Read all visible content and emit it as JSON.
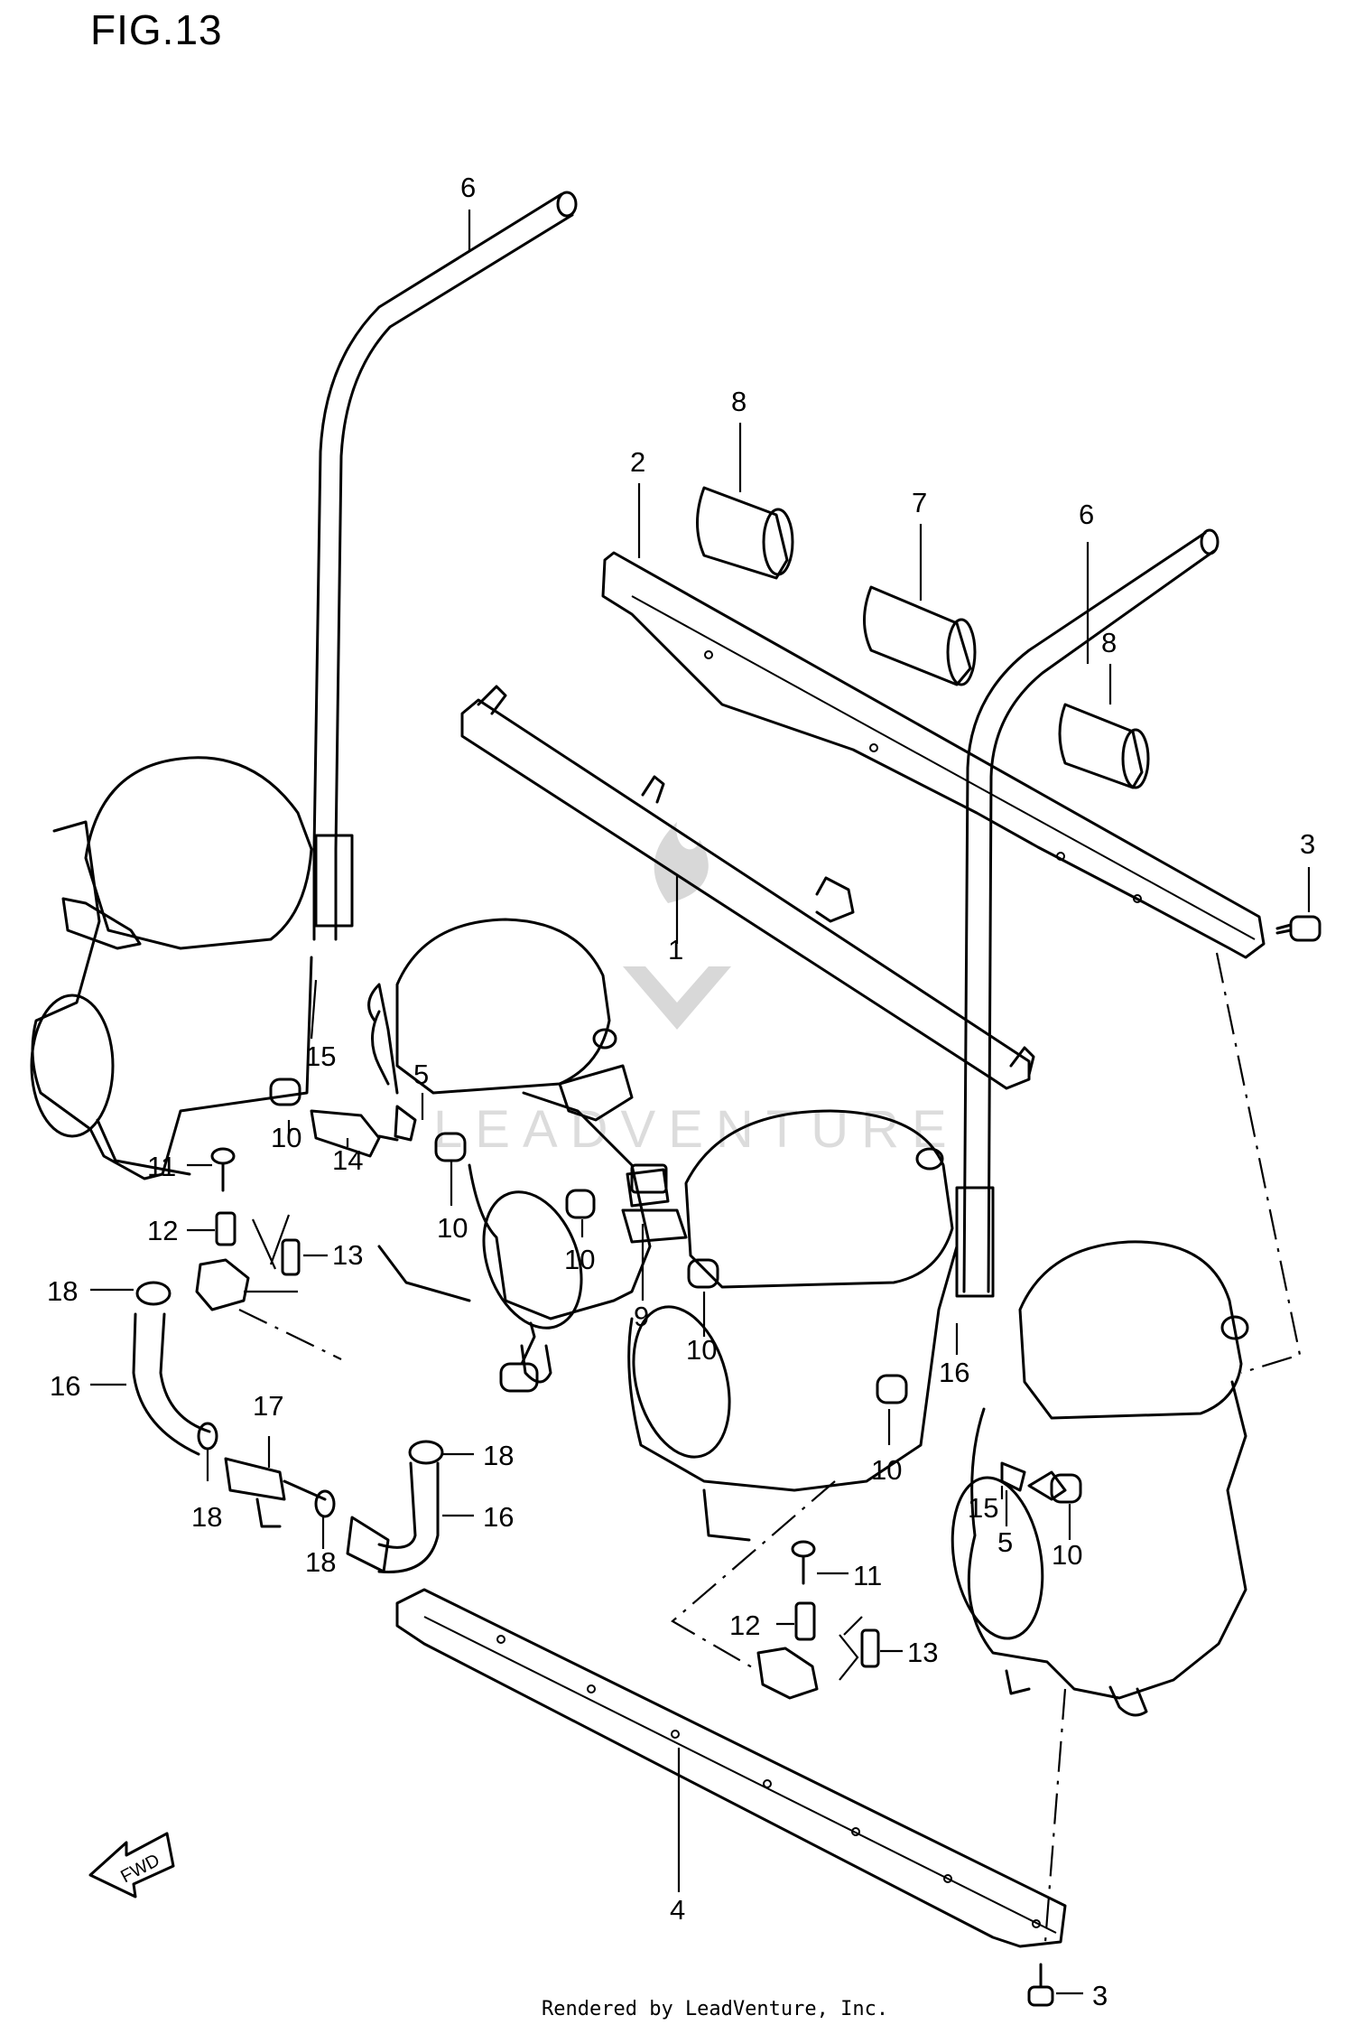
{
  "figure": {
    "title": "FIG.13"
  },
  "footer": {
    "text": "Rendered by LeadVenture, Inc."
  },
  "watermark": {
    "text": "LEADVENTURE",
    "color": "#d9d9d9"
  },
  "fwd_label": "FWD",
  "callouts": [
    {
      "id": "c6a",
      "text": "6"
    },
    {
      "id": "c8a",
      "text": "8"
    },
    {
      "id": "c2",
      "text": "2"
    },
    {
      "id": "c7",
      "text": "7"
    },
    {
      "id": "c6b",
      "text": "6"
    },
    {
      "id": "c8b",
      "text": "8"
    },
    {
      "id": "c3a",
      "text": "3"
    },
    {
      "id": "c1",
      "text": "1"
    },
    {
      "id": "c15a",
      "text": "15"
    },
    {
      "id": "c5a",
      "text": "5"
    },
    {
      "id": "c10a",
      "text": "10"
    },
    {
      "id": "c14",
      "text": "14"
    },
    {
      "id": "c11a",
      "text": "11"
    },
    {
      "id": "c10b",
      "text": "10"
    },
    {
      "id": "c12a",
      "text": "12"
    },
    {
      "id": "c13a",
      "text": "13"
    },
    {
      "id": "c10c",
      "text": "10"
    },
    {
      "id": "c18a",
      "text": "18"
    },
    {
      "id": "c9",
      "text": "9"
    },
    {
      "id": "c10d",
      "text": "10"
    },
    {
      "id": "c16a",
      "text": "16"
    },
    {
      "id": "c16b",
      "text": "16"
    },
    {
      "id": "c17",
      "text": "17"
    },
    {
      "id": "c18b",
      "text": "18"
    },
    {
      "id": "c10e",
      "text": "10"
    },
    {
      "id": "c15b",
      "text": "15"
    },
    {
      "id": "c16c",
      "text": "16"
    },
    {
      "id": "c18c",
      "text": "18"
    },
    {
      "id": "c5b",
      "text": "5"
    },
    {
      "id": "c10f",
      "text": "10"
    },
    {
      "id": "c18d",
      "text": "18"
    },
    {
      "id": "c11b",
      "text": "11"
    },
    {
      "id": "c12b",
      "text": "12"
    },
    {
      "id": "c13b",
      "text": "13"
    },
    {
      "id": "c4",
      "text": "4"
    },
    {
      "id": "c3b",
      "text": "3"
    }
  ]
}
